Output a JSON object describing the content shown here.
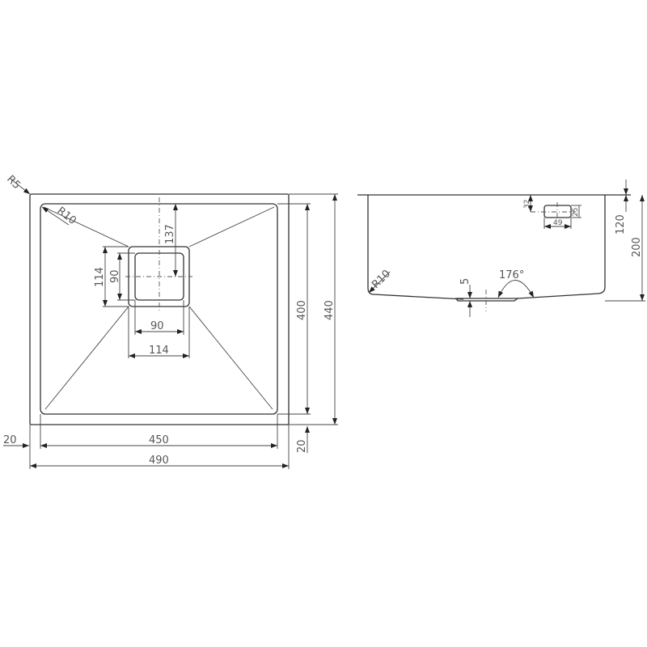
{
  "drawing": {
    "title": "Undermount kitchen sink technical drawing",
    "top_view": {
      "corner_radius_outer": "R5",
      "corner_radius_inner": "R10",
      "outer_width": "490",
      "inner_width": "450",
      "outer_depth": "440",
      "inner_depth": "400",
      "flange_left": "20",
      "flange_bottom": "20",
      "drain_outer_width": "114",
      "drain_inner_width": "90",
      "drain_outer_height": "114",
      "drain_inner_height": "90",
      "drain_offset_from_back": "137"
    },
    "side_view": {
      "overflow_offset": "32",
      "overflow_height": "25",
      "overflow_width": "49",
      "overflow_depth": "120",
      "total_height": "200",
      "bottom_radius": "R10",
      "drain_step": "5",
      "bottom_angle": "176°"
    }
  }
}
